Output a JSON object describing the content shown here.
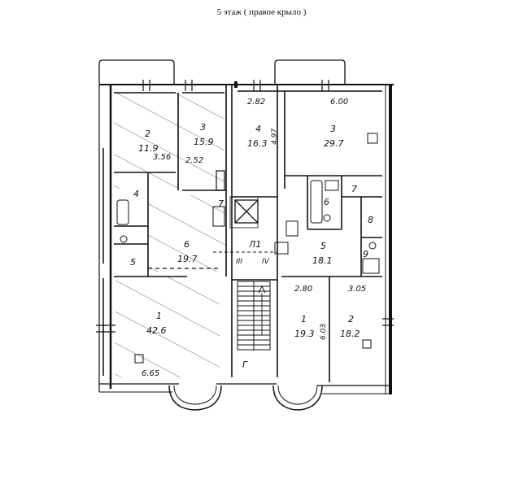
{
  "title": "5 этаж ( правое крыло )",
  "rooms": [
    {
      "id": "left-2",
      "number": "2",
      "area": "11.9",
      "icon": "room"
    },
    {
      "id": "left-3",
      "number": "3",
      "area": "15.9",
      "icon": "room"
    },
    {
      "id": "left-4",
      "number": "4",
      "area": "",
      "icon": "bath"
    },
    {
      "id": "left-5",
      "number": "5",
      "area": "",
      "icon": "wc"
    },
    {
      "id": "left-6",
      "number": "6",
      "area": "19.7",
      "icon": "hall"
    },
    {
      "id": "left-7",
      "number": "7",
      "area": "",
      "icon": "closet"
    },
    {
      "id": "left-1",
      "number": "1",
      "area": "42.6",
      "icon": "room"
    },
    {
      "id": "right-4",
      "number": "4",
      "area": "16.3",
      "icon": "room"
    },
    {
      "id": "right-3",
      "number": "3",
      "area": "29.7",
      "icon": "room"
    },
    {
      "id": "right-6",
      "number": "6",
      "area": "",
      "icon": "bath"
    },
    {
      "id": "right-7",
      "number": "7",
      "area": "",
      "icon": "closet"
    },
    {
      "id": "right-8",
      "number": "8",
      "area": "",
      "icon": "closet"
    },
    {
      "id": "right-9",
      "number": "9",
      "area": "",
      "icon": "wc"
    },
    {
      "id": "right-5",
      "number": "5",
      "area": "18.1",
      "icon": "hall"
    },
    {
      "id": "right-1",
      "number": "1",
      "area": "19.3",
      "icon": "room"
    },
    {
      "id": "right-2",
      "number": "2",
      "area": "18.2",
      "icon": "room"
    }
  ],
  "common": {
    "lobby_label": "Л1",
    "stair_label": "Г",
    "marker_left": "III",
    "marker_right": "IV"
  },
  "dimensions": {
    "d_3_56": "3.56",
    "d_2_52": "2.52",
    "d_6_65": "6.65",
    "d_2_82": "2.82",
    "d_6_00": "6.00",
    "d_2_80": "2.80",
    "d_3_05": "3.05",
    "d_4_97": "4.97",
    "d_6_03": "6.03"
  }
}
